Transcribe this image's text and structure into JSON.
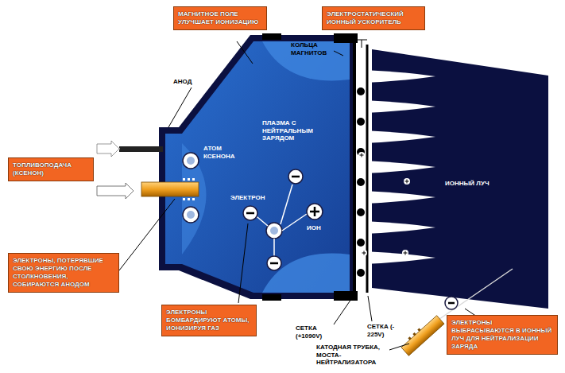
{
  "diagram": {
    "nodes": [
      {
        "text": [
          "МАГНИТНОЕ ПОЛЕ УЛУЧШАЕТ ИОНИЗАЦИЮ"
        ]
      },
      {
        "text": [
          "ЭЛЕКТРОСТАТИЧЕСКИЙ ИОННЫЙ УСКОРИТЕЛЬ"
        ]
      },
      {
        "text": [
          "ТОПЛИВОПОДАЧА (КСЕНОН)"
        ]
      },
      {
        "text": [
          "ЭЛЕКТРОНЫ, ПОТЕРЯВШИЕ СВОЮ ЭНЕРГИЮ ПОСЛЕ СТОЛКНОВЕНИЯ, СОБИРАЮТСЯ АНОДОМ"
        ]
      },
      {
        "text": [
          "ЭЛЕКТРОНЫ БОМБАРДИРУЮТ АТОМЫ, ИОНИЗИРУЯ ГАЗ"
        ]
      },
      {
        "text": [
          "ЭЛЕКТРОНЫ ВЫБРАСЫВАЮТСЯ В ИОННЫЙ ЛУЧ ДЛЯ НЕЙТРАЛИЗАЦИИ ЗАРЯДА"
        ]
      }
    ],
    "labels": [
      "АНОД",
      "КОЛЬЦА МАГНИТОВ",
      "АТОМ КСЕНОНА",
      "ПЛАЗМА С НЕЙТРАЛЬНЫМ ЗАРЯДОМ",
      "ЭЛЕКТРОН",
      "ИОН",
      "ИОННЫЙ ЛУЧ",
      "СЕТКА (+1090V)",
      "СЕТКА (- 225V)",
      "КАТОДНАЯ ТРУБКА, МОСТА-НЕЙТРАЛИЗАТОРА"
    ]
  }
}
